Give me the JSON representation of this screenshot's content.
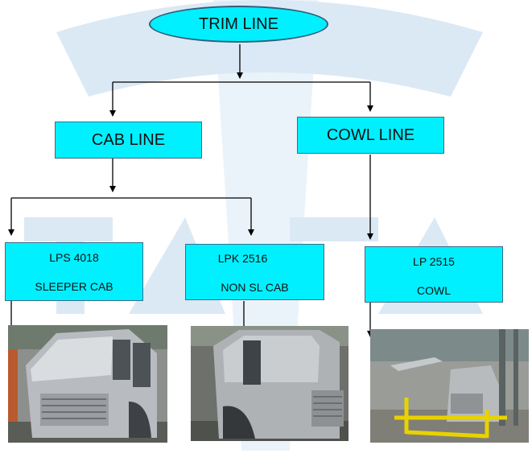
{
  "root": {
    "label": "TRIM LINE"
  },
  "branches": {
    "cab_line": {
      "label": "CAB LINE"
    },
    "cowl_line": {
      "label": "COWL LINE"
    }
  },
  "leaves": {
    "lps": {
      "line1": "LPS 4018",
      "line2": "SLEEPER CAB"
    },
    "lpk": {
      "line1": "LPK 2516",
      "line2": "NON SL CAB"
    },
    "lp": {
      "line1": "LP 2515",
      "line2": "COWL"
    }
  },
  "colors": {
    "box_fill": "#00f0ff",
    "watermark": "#d6e6f4",
    "line": "#000000"
  }
}
